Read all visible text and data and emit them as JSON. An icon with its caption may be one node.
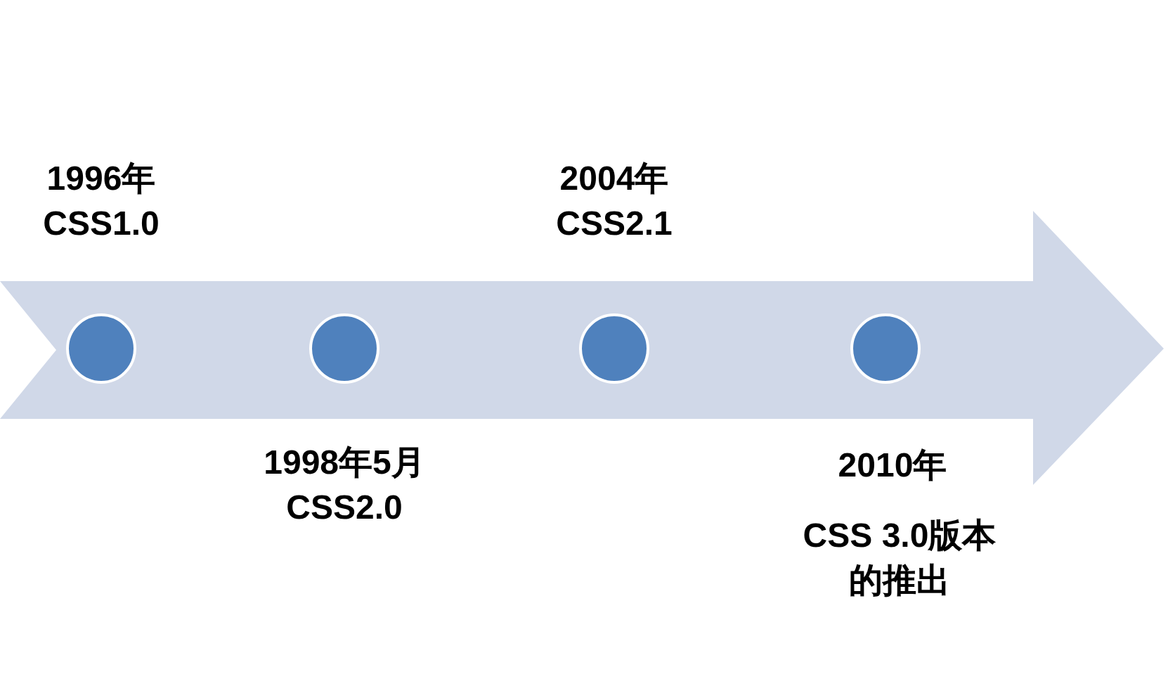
{
  "diagram": {
    "nodes": [
      {
        "text": [],
        "shape": "circle",
        "beside": [
          "1996年 CSS1.0"
        ]
      },
      {
        "text": [],
        "shape": "circle",
        "beside": [
          "1998年5月 CSS2.0"
        ]
      },
      {
        "text": [],
        "shape": "circle",
        "beside": [
          "2004年 CSS2.1"
        ]
      },
      {
        "text": [],
        "shape": "circle",
        "beside": [
          "2010年",
          "CSS 3.0版本的推出"
        ]
      }
    ]
  }
}
